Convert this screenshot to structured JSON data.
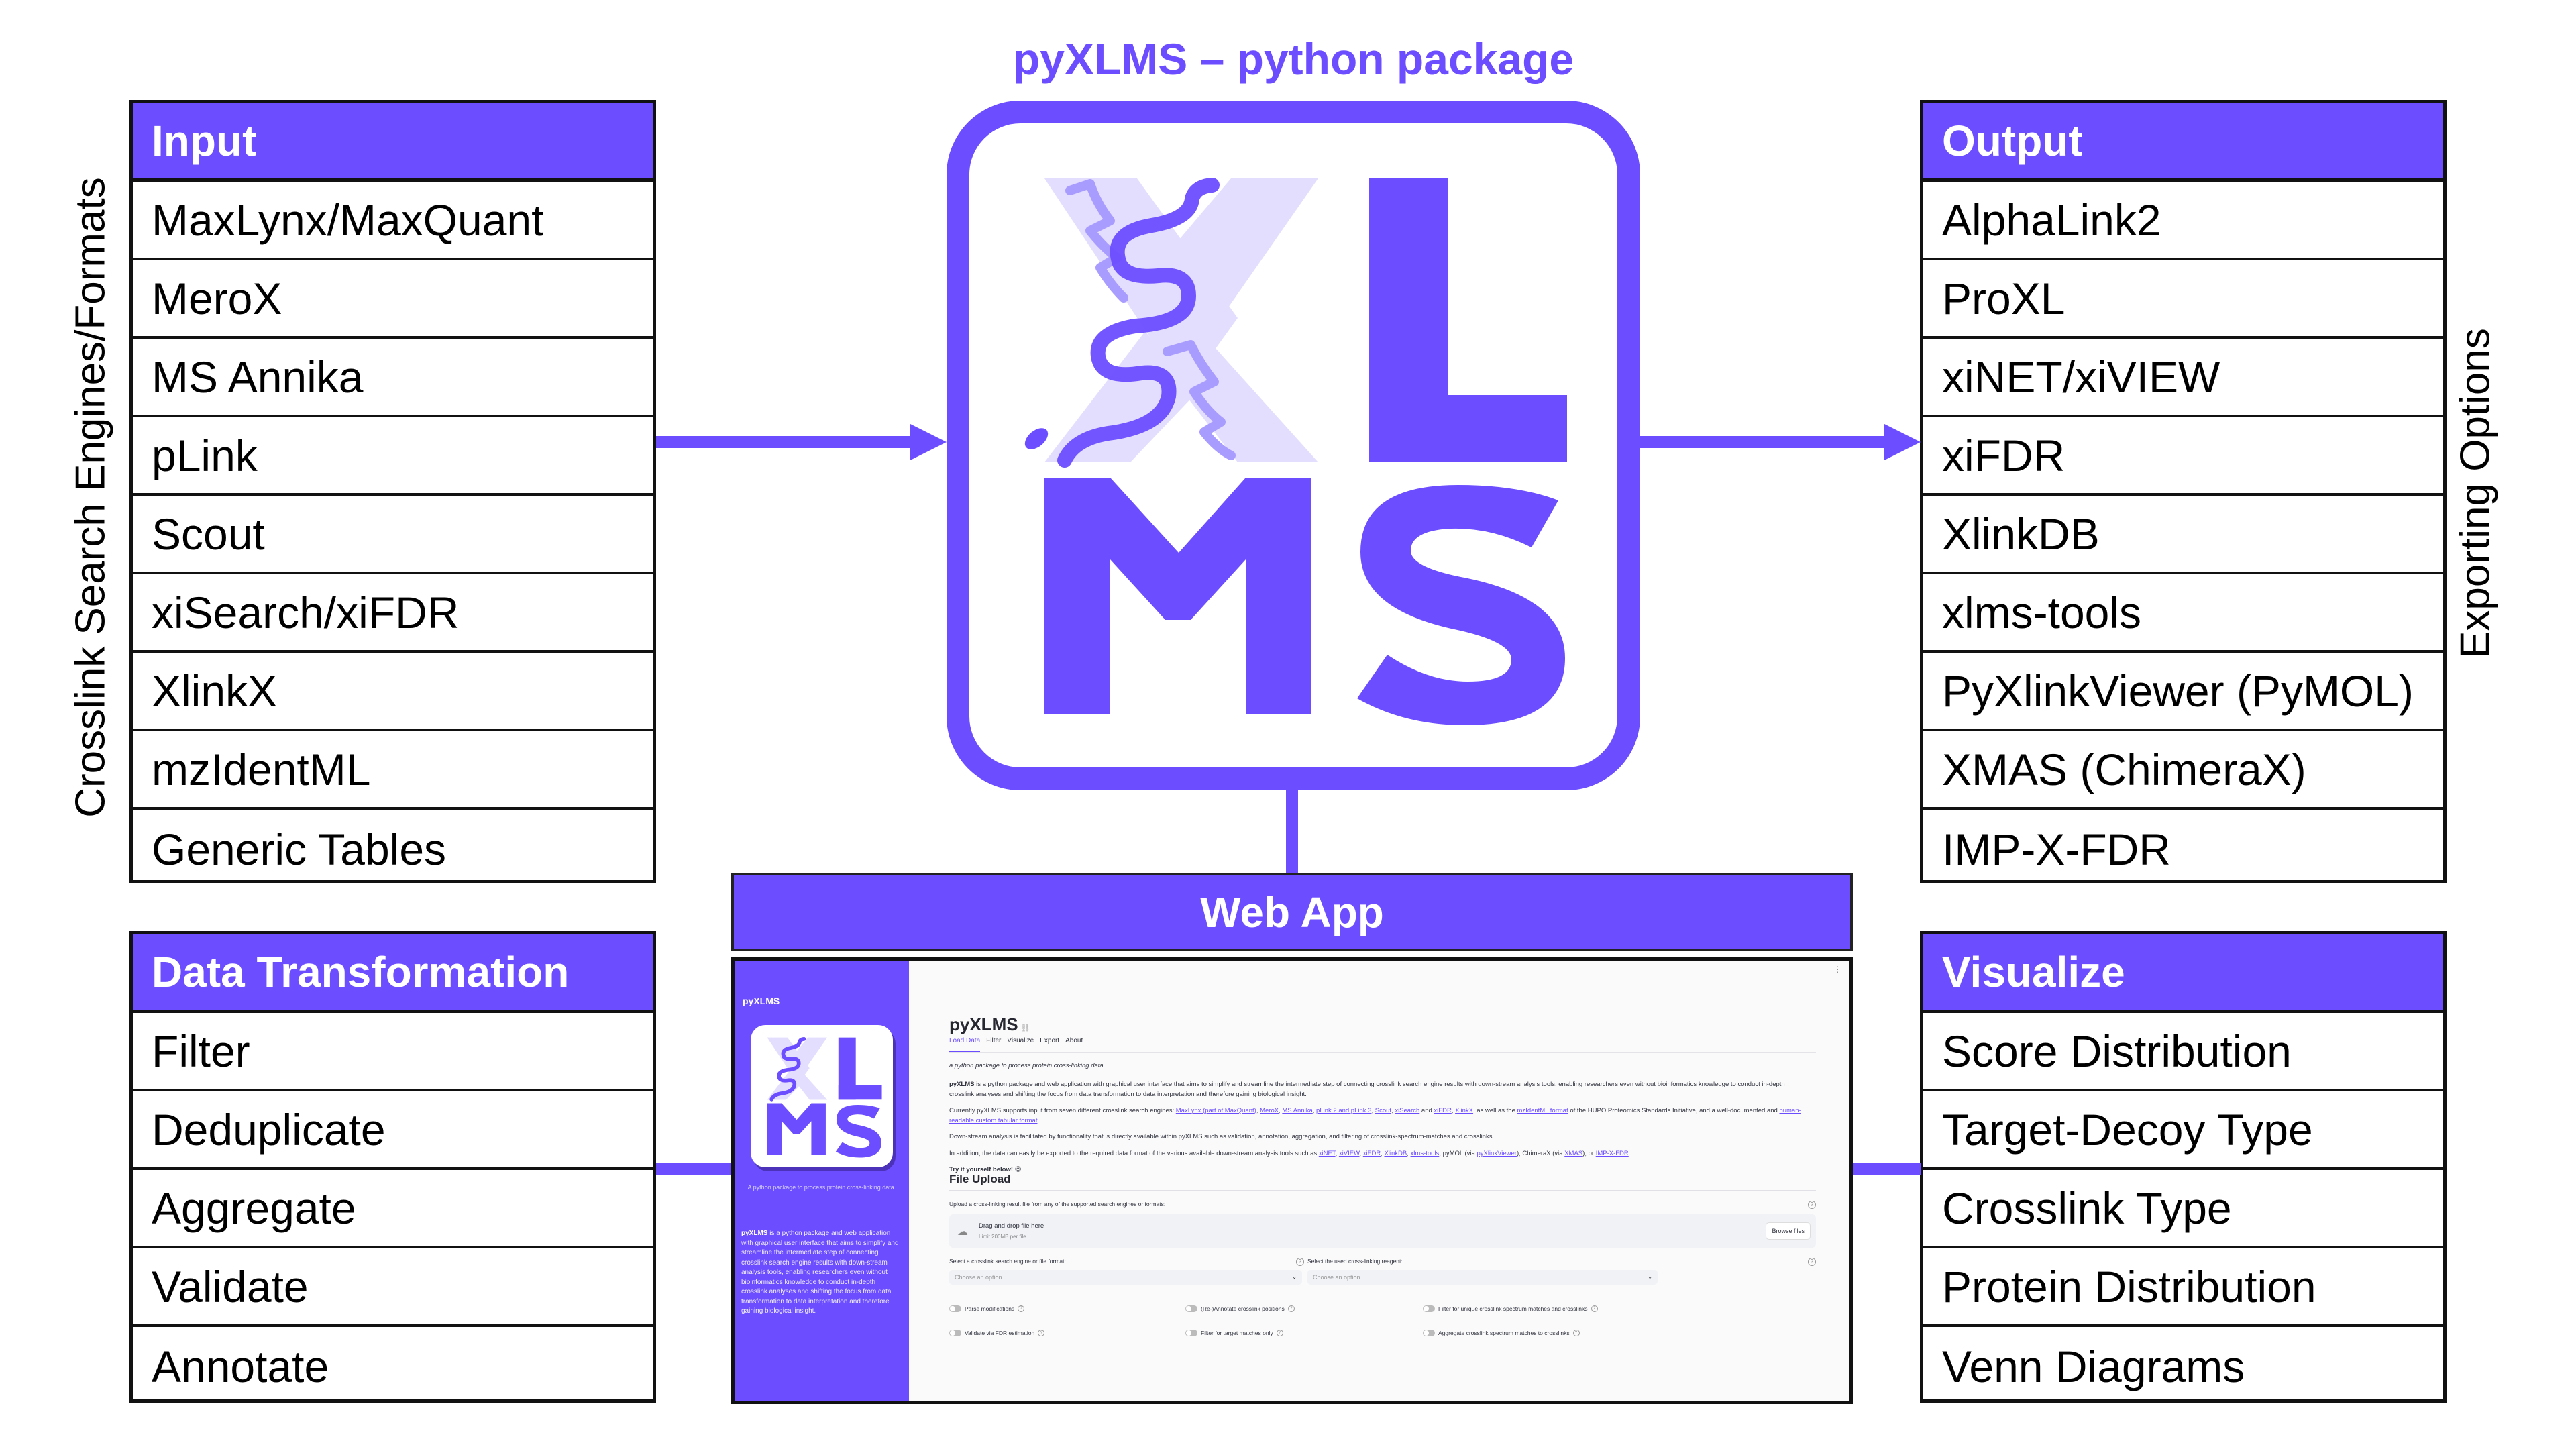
{
  "title": "pyXLMS – python package",
  "colors": {
    "accent": "#6c4dff",
    "accent_light": "#e3defe",
    "border": "#111111"
  },
  "left_label": "Crosslink Search Engines/Formats",
  "right_label": "Exporting Options",
  "input": {
    "header": "Input",
    "items": [
      "MaxLynx/MaxQuant",
      "MeroX",
      "MS Annika",
      "pLink",
      "Scout",
      "xiSearch/xiFDR",
      "XlinkX",
      "mzIdentML",
      "Generic Tables"
    ]
  },
  "output": {
    "header": "Output",
    "items": [
      "AlphaLink2",
      "ProXL",
      "xiNET/xiVIEW",
      "xiFDR",
      "XlinkDB",
      "xlms-tools",
      "PyXlinkViewer (PyMOL)",
      "XMAS (ChimeraX)",
      "IMP-X-FDR"
    ]
  },
  "data_transformation": {
    "header": "Data Transformation",
    "items": [
      "Filter",
      "Deduplicate",
      "Aggregate",
      "Validate",
      "Annotate"
    ]
  },
  "visualize": {
    "header": "Visualize",
    "items": [
      "Score Distribution",
      "Target-Decoy Type",
      "Crosslink Type",
      "Protein Distribution",
      "Venn Diagrams"
    ]
  },
  "logo": {
    "letters_top": [
      "X",
      "L"
    ],
    "letters_bottom": [
      "M",
      "S"
    ],
    "icon": "snake-icon"
  },
  "webapp": {
    "header": "Web App",
    "sidebar": {
      "title": "pyXLMS",
      "caption": "A python package to process protein cross-linking data.",
      "description_bold": "pyXLMS",
      "description": " is a python package and web application with graphical user interface that aims to simplify and streamline the intermediate step of connecting crosslink search engine results with down-stream analysis tools, enabling researchers even without bioinformatics knowledge to conduct in-depth crosslink analyses and shifting the focus from data transformation to data interpretation and therefore gaining biological insight."
    },
    "menu_icon": "⋮",
    "title": "pyXLMS",
    "title_link_icon": "⛓",
    "tabs": [
      "Load Data",
      "Filter",
      "Visualize",
      "Export",
      "About"
    ],
    "active_tab": "Load Data",
    "subtitle": "a python package to process protein cross-linking data",
    "para1_bold": "pyXLMS",
    "para1": " is a python package and web application with graphical user interface that aims to simplify and streamline the intermediate step of connecting crosslink search engine results with down-stream analysis tools, enabling researchers even without bioinformatics knowledge to conduct in-depth crosslink analyses and shifting the focus from data transformation to data interpretation and therefore gaining biological insight.",
    "para2_prefix": "Currently pyXLMS supports input from seven different crosslink search engines: ",
    "para2_links": [
      "MaxLynx (part of MaxQuant)",
      "MeroX",
      "MS Annika",
      "pLink 2 and pLink 3",
      "Scout",
      "xiSearch",
      "xiFDR",
      "XlinkX",
      "mzIdentML format",
      "human-readable custom tabular format"
    ],
    "para2_mid": " of the HUPO Proteomics Standards Initiative, and a well-documented and ",
    "para3": "Down-stream analysis is facilitated by functionality that is directly available within pyXLMS such as validation, annotation, aggregation, and filtering of crosslink-spectrum-matches and crosslinks.",
    "para4_prefix": "In addition, the data can easily be exported to the required data format of the various available down-stream analysis tools such as ",
    "para4_links": [
      "xiNET",
      "xiVIEW",
      "xiFDR",
      "XlinkDB",
      "xlms-tools",
      "pyXlinkViewer",
      "XMAS",
      "IMP-X-FDR"
    ],
    "try_it": "Try it yourself below! 😉",
    "file_upload_heading": "File Upload",
    "upload_label": "Upload a cross-linking result file from any of the supported search engines or formats:",
    "upload_drag": "Drag and drop file here",
    "upload_limit": "Limit 200MB per file",
    "browse_button": "Browse files",
    "select_engine_label": "Select a crosslink search engine or file format:",
    "select_engine_placeholder": "Choose an option",
    "select_reagent_label": "Select the used cross-linking reagent:",
    "select_reagent_placeholder": "Choose an option",
    "toggles": [
      "Parse modifications",
      "(Re-)Annotate crosslink positions",
      "Filter for unique crosslink spectrum matches and crosslinks",
      "Validate via FDR estimation",
      "Filter for target matches only",
      "Aggregate crosslink spectrum matches to crosslinks"
    ]
  }
}
